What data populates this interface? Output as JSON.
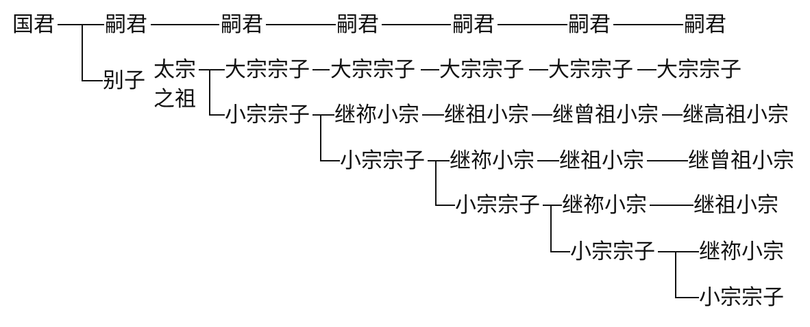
{
  "nodes": {
    "root": "国君",
    "heir": "嗣君",
    "bie_zi": "别子",
    "taizong_1": "太宗",
    "taizong_2": "之祖",
    "dazong": "大宗宗子",
    "xiaozong": "小宗宗子",
    "ji_mi": "继祢小宗",
    "ji_zu": "继祖小宗",
    "ji_zengzu": "继曾祖小宗",
    "ji_gaozu": "继高祖小宗"
  }
}
